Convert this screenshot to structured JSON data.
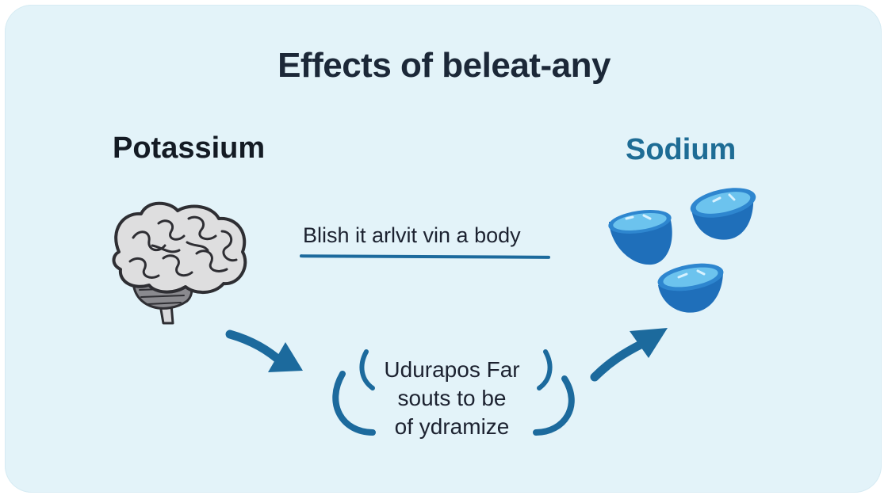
{
  "title": "Effects of beleat-any",
  "left_label": "Potassium",
  "right_label": "Sodium",
  "caption": "Blish it arlvit vin a body",
  "center_lines": [
    "Udurapos Far",
    "souts to be",
    "of ydramize"
  ],
  "icons": {
    "left": "brain-icon",
    "right": "salt-bowl-icon",
    "arrows": "curved-arrow-icon"
  },
  "colors": {
    "background": "#e3f3f9",
    "accent": "#1c6a9d",
    "sodium_label": "#1e6c95",
    "bowl_fill": "#3f9fdb"
  }
}
